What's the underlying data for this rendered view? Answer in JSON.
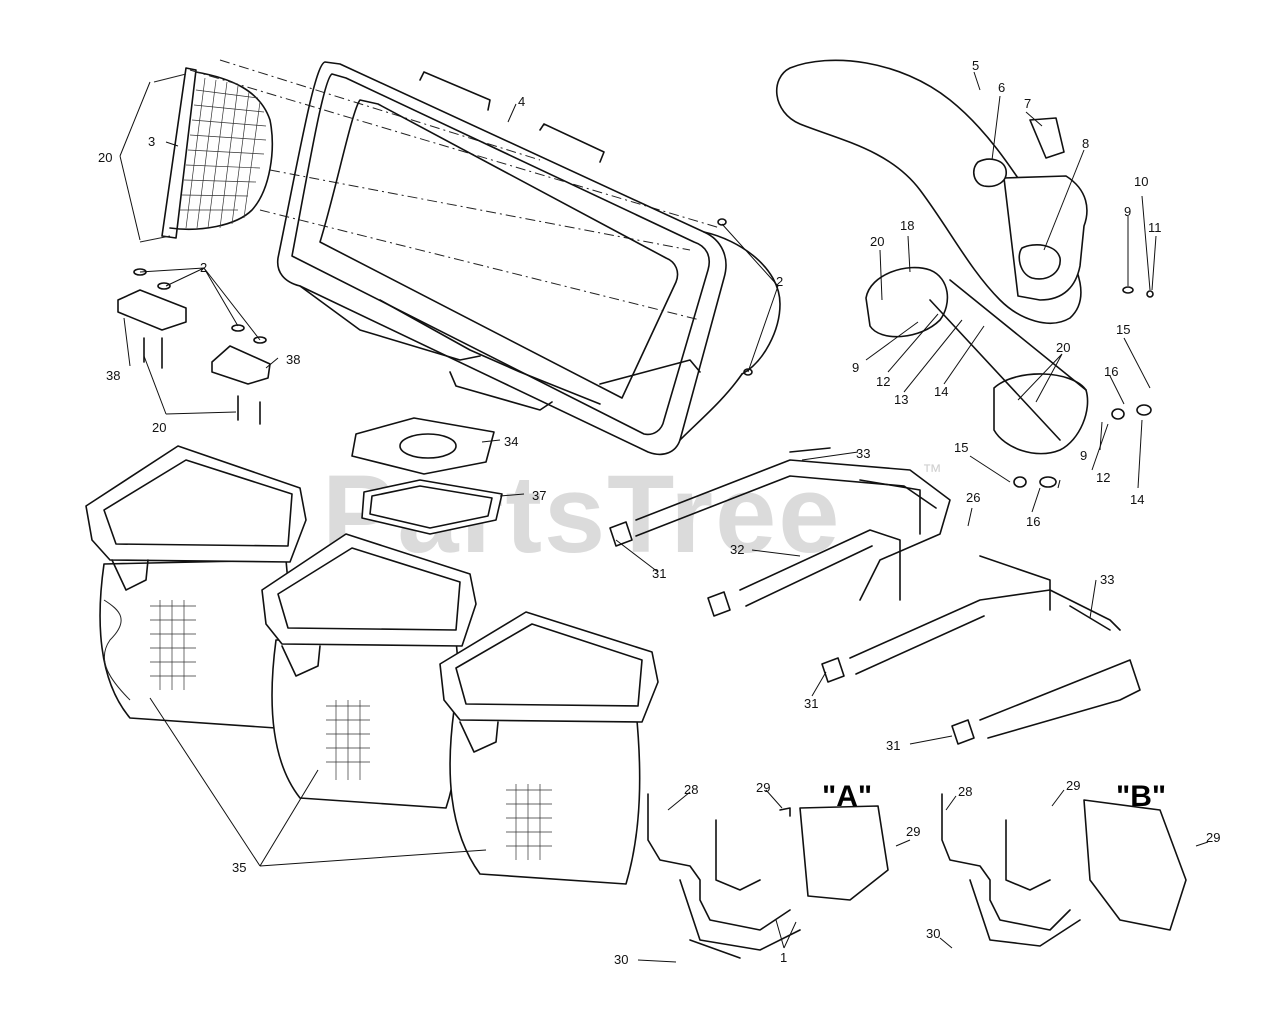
{
  "diagram": {
    "callouts": [
      "1",
      "2",
      "2",
      "2",
      "3",
      "4",
      "5",
      "6",
      "7",
      "8",
      "9",
      "9",
      "9",
      "10",
      "11",
      "12",
      "12",
      "13",
      "14",
      "14",
      "14",
      "15",
      "15",
      "16",
      "16",
      "18",
      "20",
      "20",
      "20",
      "20",
      "26",
      "28",
      "28",
      "29",
      "29",
      "29",
      "29",
      "30",
      "30",
      "31",
      "31",
      "31",
      "31",
      "32",
      "33",
      "33",
      "34",
      "35",
      "37",
      "38",
      "38"
    ],
    "views": [
      "\"A\"",
      "\"B\""
    ]
  },
  "watermark": {
    "brand": "PartsTree",
    "trademark": "™"
  }
}
